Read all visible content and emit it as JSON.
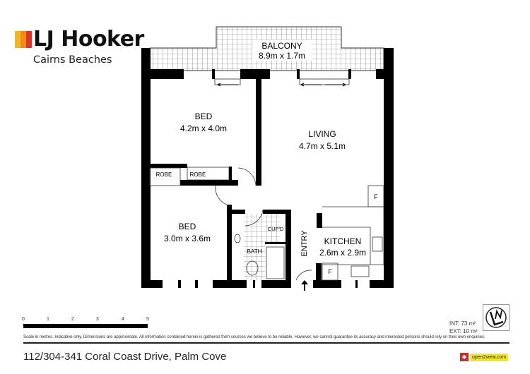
{
  "brand": {
    "name": "LJ Hooker",
    "office": "Cairns Beaches",
    "colors": [
      "#f7b51c",
      "#f28a1f",
      "#e2332b"
    ]
  },
  "plan": {
    "rooms": [
      {
        "name": "BALCONY",
        "size": "8.9m x 1.7m"
      },
      {
        "name": "BED",
        "size": "4.2m x 4.0m"
      },
      {
        "name": "LIVING",
        "size": "4.7m x 5.1m"
      },
      {
        "name": "BED",
        "size": "3.0m x 3.6m"
      },
      {
        "name": "KITCHEN",
        "size": "2.6m x 2.9m"
      }
    ],
    "labels": {
      "robe1": "ROBE",
      "robe2": "ROBE",
      "bath": "BATH",
      "cupd": "CUP'D",
      "entry": "ENTRY",
      "fridge1": "F",
      "fridge2": "F"
    }
  },
  "scale": {
    "ticks": [
      "0",
      "1",
      "2",
      "3",
      "4",
      "5"
    ],
    "unit": "metres"
  },
  "area": {
    "int": "INT: 73 m²",
    "ext": "EXT: 10 m²"
  },
  "compass_icon": "north-arrow-icon",
  "disclaimer": "Scale in metres. Indicative only. Dimensions are approximate. All information contained herein is gathered from sources we believe to be reliable. However, we cannot guarantee its accuracy and interested persons should rely on their own enquiries.",
  "address": "112/304-341 Coral Coast Drive, Palm Cove",
  "partner": {
    "logo_text": "open2view.com"
  }
}
